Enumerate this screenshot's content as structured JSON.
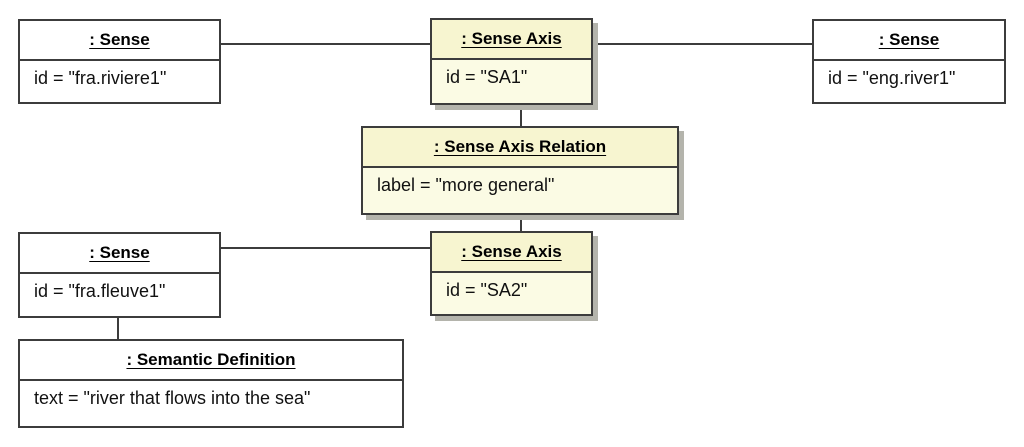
{
  "diagram": {
    "kind": "uml-object-diagram",
    "colors": {
      "line": "#3c3c3c",
      "white_fill": "#ffffff",
      "yellow_fill": "#fbfbe4",
      "yellow_header_fill": "#f7f5d0",
      "shadow": "#b4b4ac",
      "text": "#000000"
    },
    "objects": [
      {
        "id": "sense-fra-riviere1",
        "title": ": Sense",
        "attribute": "id = \"fra.riviere1\""
      },
      {
        "id": "sense-axis-sa1",
        "title": ": Sense Axis",
        "attribute": "id = \"SA1\""
      },
      {
        "id": "sense-eng-river1",
        "title": ": Sense",
        "attribute": "id = \"eng.river1\""
      },
      {
        "id": "sense-axis-relation",
        "title": ": Sense Axis Relation",
        "attribute": "label = \"more general\""
      },
      {
        "id": "sense-fra-fleuve1",
        "title": ": Sense",
        "attribute": "id = \"fra.fleuve1\""
      },
      {
        "id": "sense-axis-sa2",
        "title": ": Sense Axis",
        "attribute": "id = \"SA2\""
      },
      {
        "id": "semantic-definition",
        "title": ": Semantic Definition",
        "attribute": "text = \"river that flows into the sea\""
      }
    ],
    "links": [
      {
        "from": "sense-fra-riviere1",
        "to": "sense-axis-sa1"
      },
      {
        "from": "sense-axis-sa1",
        "to": "sense-eng-river1"
      },
      {
        "from": "sense-axis-sa1",
        "to": "sense-axis-relation"
      },
      {
        "from": "sense-axis-relation",
        "to": "sense-axis-sa2"
      },
      {
        "from": "sense-fra-fleuve1",
        "to": "sense-axis-sa2"
      },
      {
        "from": "sense-fra-fleuve1",
        "to": "semantic-definition"
      }
    ]
  }
}
